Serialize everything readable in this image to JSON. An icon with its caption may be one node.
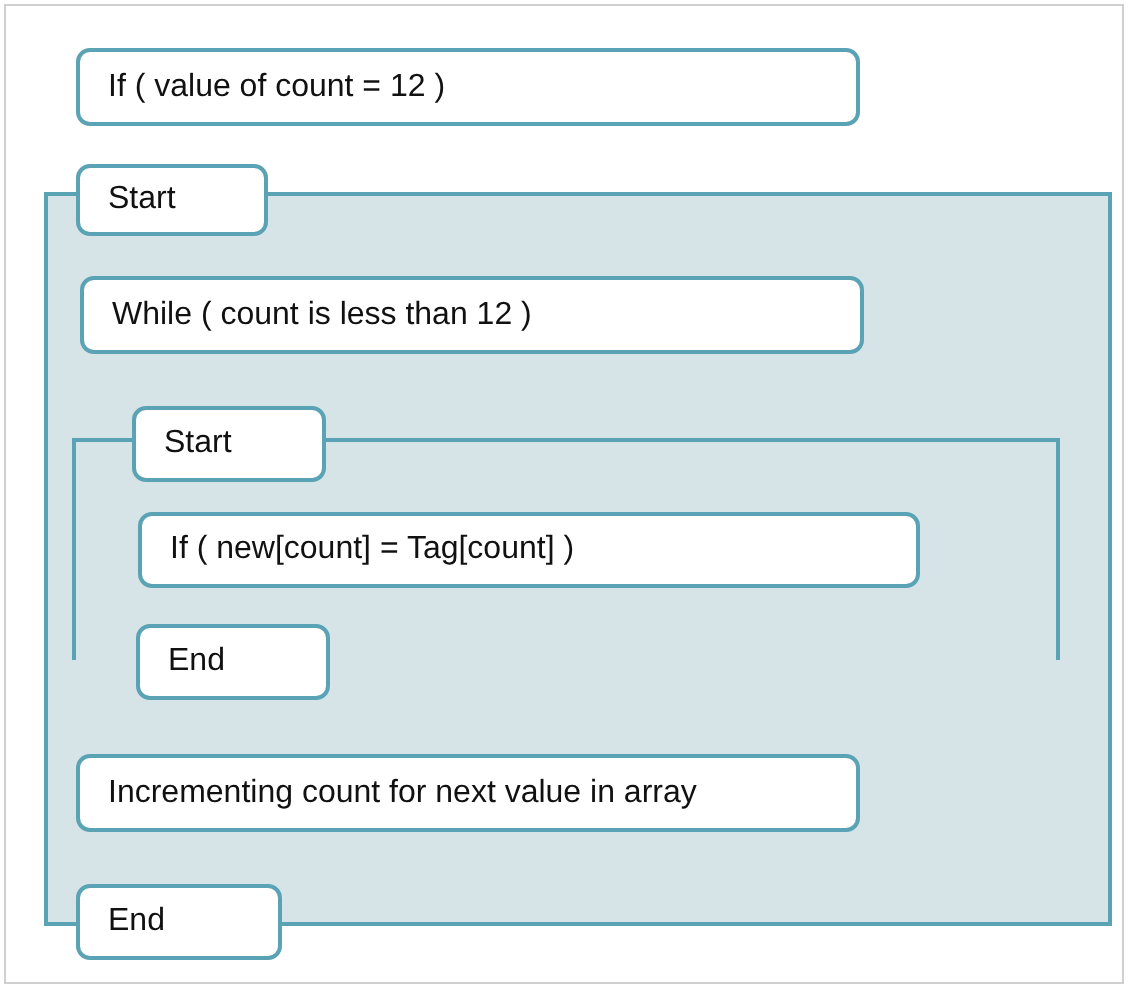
{
  "diagram": {
    "nodes": [
      {
        "text": [
          "If ( value of count = 12 )"
        ]
      },
      {
        "text": [],
        "shape": "box"
      },
      {
        "text": [
          "Start"
        ],
        "in": 1
      },
      {
        "text": [
          "While ( count is less than 12 )"
        ],
        "in": 1
      },
      {
        "text": [],
        "shape": "box",
        "in": 1
      },
      {
        "text": [
          "Start"
        ],
        "in": 4
      },
      {
        "text": [
          "If ( new[count] = Tag[count] )"
        ],
        "in": 4
      },
      {
        "text": [
          "End"
        ],
        "in": 4
      },
      {
        "text": [
          "Incrementing count for next value in array"
        ],
        "in": 1
      },
      {
        "text": [
          "End"
        ],
        "in": 1
      }
    ]
  }
}
